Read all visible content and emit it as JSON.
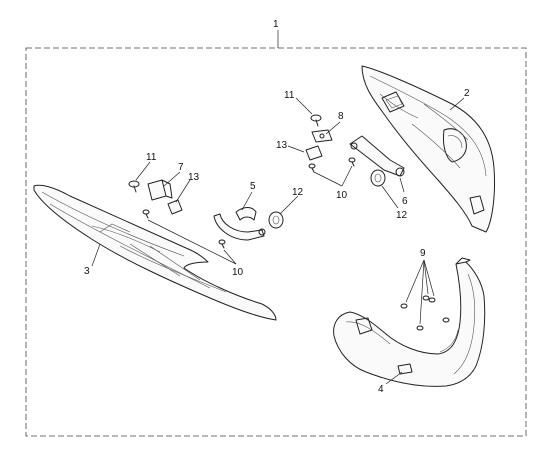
{
  "callouts": {
    "c1": "1",
    "c2": "2",
    "c3": "3",
    "c4": "4",
    "c5": "5",
    "c6": "6",
    "c7": "7",
    "c8": "8",
    "c9": "9",
    "c10a": "10",
    "c10b": "10",
    "c11a": "11",
    "c11b": "11",
    "c12a": "12",
    "c12b": "12",
    "c13a": "13",
    "c13b": "13"
  }
}
